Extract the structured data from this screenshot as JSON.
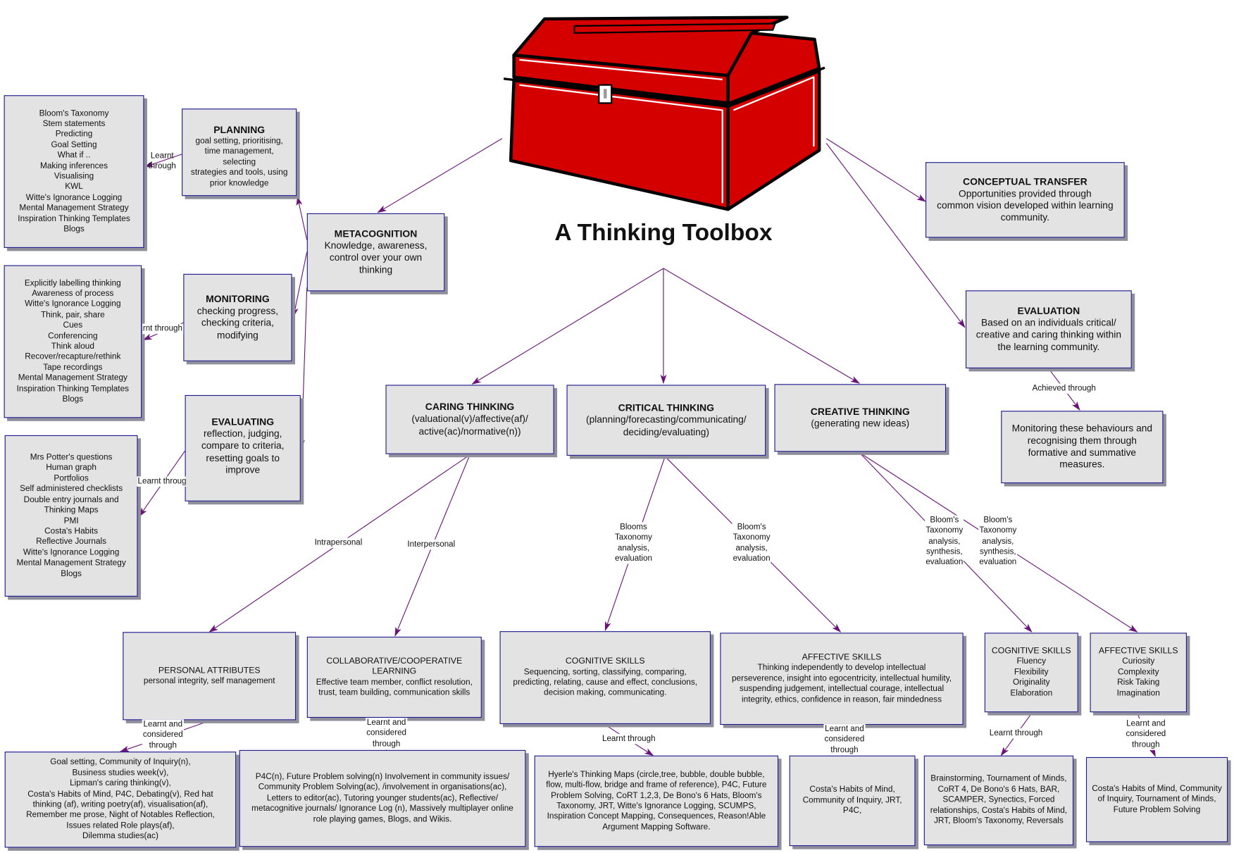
{
  "title": "A Thinking Toolbox",
  "colors": {
    "chest_red": "#d40000",
    "link": "#6a1478",
    "box_fill": "#e4e3e3",
    "box_border": "#1c1a8e"
  },
  "metacognition": {
    "title": "METACOGNITION",
    "body": "Knowledge, awareness,\ncontrol over your own\nthinking"
  },
  "planning": {
    "title": "PLANNING",
    "body": "goal setting, prioritising,\ntime management, selecting\nstrategies and tools, using\nprior knowledge",
    "tools": [
      "Bloom's Taxonomy",
      "Stem statements",
      "Predicting",
      "Goal Setting",
      "What if ..",
      "Making inferences",
      "Visualising",
      "KWL",
      "Witte's Ignorance Logging",
      "Mental Management Strategy",
      "Inspiration Thinking Templates",
      "Blogs"
    ],
    "edge_label": "Learnt through"
  },
  "monitoring": {
    "title": "MONITORING",
    "body": "checking progress,\nchecking criteria,\nmodifying",
    "tools": [
      "Explicitly labelling thinking",
      "Awareness of process",
      "Witte's Ignorance Logging",
      "Think, pair, share",
      "Cues",
      "Conferencing",
      "Think aloud",
      "Recover/recapture/rethink",
      "Tape recordings",
      "Mental Management Strategy",
      "Inspiration Thinking Templates",
      "Blogs"
    ],
    "edge_label": "Learnt through"
  },
  "evaluating": {
    "title": "EVALUATING",
    "body": "reflection, judging,\ncompare to criteria,\nresetting goals to\nimprove",
    "tools": [
      "Mrs Potter's questions",
      "Human graph",
      "Portfolios",
      "Self administered checklists",
      "Double entry journals and",
      "Thinking Maps",
      "PMI",
      "Costa's Habits",
      "Reflective Journals",
      "Witte's Ignorance Logging",
      "Mental Management Strategy",
      "Blogs"
    ],
    "edge_label": "Learnt through"
  },
  "conceptual_transfer": {
    "title": "CONCEPTUAL  TRANSFER",
    "body": "Opportunities provided through\ncommon vision developed within learning\ncommunity."
  },
  "evaluation": {
    "title": "EVALUATION",
    "body": "Based on an individuals critical/\ncreative and caring thinking within\nthe learning community.",
    "edge_label": "Achieved through",
    "achieved": "Monitoring these behaviours and\nrecognising them through\nformative and summative\nmeasures."
  },
  "caring": {
    "title": "CARING THINKING",
    "body": "(valuational(v)/affective(af)/\nactive(ac)/normative(n))",
    "intra_label": "Intrapersonal",
    "inter_label": "Interpersonal",
    "personal": {
      "title": "PERSONAL ATTRIBUTES",
      "body": "personal integrity, self management",
      "edge_label": "Learnt and\nconsidered\nthrough",
      "tools": "Goal setting, Community of Inquiry(n),\nBusiness studies week(v),\nLipman's caring thinking(v),\nCosta's Habits of Mind, P4C, Debating(v), Red hat\nthinking (af), writing poetry(af), visualisation(af),\nRemember me prose, Night of Notables Reflection,\nIssues related Role plays(af),\nDilemma studies(ac)"
    },
    "collab": {
      "title": "COLLABORATIVE/COOPERATIVE\nLEARNING",
      "body": "Effective team member, conflict resolution,\ntrust, team building, communication skills",
      "edge_label": "Learnt and\nconsidered\nthrough",
      "tools": "P4C(n), Future Problem solving(n) Involvement  in community issues/\nCommunity Problem Solving(ac), /involvement in organisations(ac),\nLetters to editor(ac), Tutoring younger students(ac), Reflective/\nmetacognitive journals/ Ignorance Log (n), Massively multiplayer online\nrole playing games, Blogs, and Wikis."
    }
  },
  "critical": {
    "title": "CRITICAL THINKING",
    "body": "(planning/forecasting/communicating/\ndeciding/evaluating)",
    "cog_label": "Blooms\nTaxonomy\nanalysis,\nevaluation",
    "aff_label": "Bloom's\nTaxonomy\nanalysis,\nevaluation",
    "cognitive": {
      "title": "COGNITIVE SKILLS",
      "body": "Sequencing, sorting, classifying, comparing,\npredicting, relating, cause and effect, conclusions,\ndecision making, communicating.",
      "edge_label": "Learnt through",
      "tools": "Hyerle's Thinking Maps (circle,tree, bubble, double bubble,\nflow, multi-flow, bridge and frame of reference), P4C, Future\nProblem Solving, CoRT 1,2,3, De Bono's 6 Hats, Bloom's\nTaxonomy, JRT, Witte's Ignorance Logging, SCUMPS,\nInspiration Concept Mapping, Consequences, Reason!Able\nArgument Mapping Software."
    },
    "affective": {
      "title": "AFFECTIVE SKILLS",
      "body": "Thinking independently to develop intellectual\nperseverence, insight into egocentricity, intellectual humility,\nsuspending judgement, intellectual courage, intellectual\nintegrity, ethics, confidence in reason, fair mindedness",
      "edge_label": "Learnt and\nconsidered\nthrough",
      "tools": "Costa's Habits of Mind,\nCommunity of Inquiry, JRT,\nP4C,"
    }
  },
  "creative": {
    "title": "CREATIVE THINKING",
    "body": "(generating new ideas)",
    "cog_label": "Bloom's\nTaxonomy\nanalysis,\nsynthesis,\nevaluation",
    "aff_label": "Bloom's\nTaxonomy\nanalysis,\nsynthesis,\nevaluation",
    "cognitive": {
      "title": "COGNITIVE SKILLS",
      "body": "Fluency\nFlexibility\nOriginality\nElaboration",
      "edge_label": "Learnt through",
      "tools": "Brainstorming, Tournament of Minds,\nCoRT 4, De Bono's 6 Hats, BAR,\nSCAMPER, Synectics, Forced\nrelationships, Costa's Habits of Mind,\nJRT, Bloom's Taxonomy, Reversals"
    },
    "affective": {
      "title": "AFFECTIVE SKILLS",
      "body": "Curiosity\nComplexity\nRisk Taking\nImagination",
      "edge_label": "Learnt and\nconsidered\nthrough",
      "tools": "Costa's Habits of Mind, Community\nof Inquiry, Tournament of Minds,\nFuture Problem Solving"
    }
  }
}
